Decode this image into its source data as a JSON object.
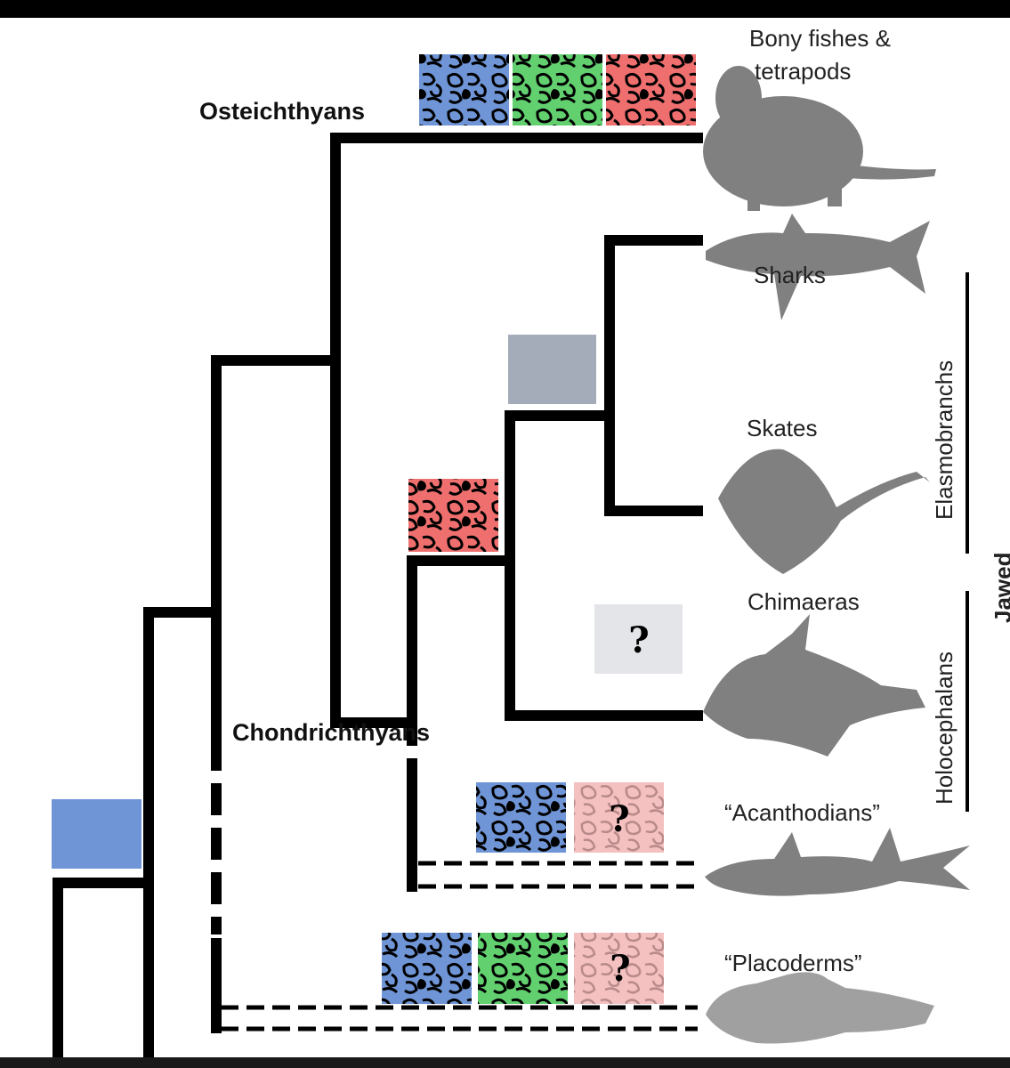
{
  "clades": {
    "osteichthyans": "Osteichthyans",
    "chondrichthyans": "Chondrichthyans"
  },
  "taxa": {
    "bony_fishes_line1": "Bony fishes &",
    "bony_fishes_line2": "tetrapods",
    "sharks": "Sharks",
    "skates": "Skates",
    "chimaeras": "Chimaeras",
    "acanthodians": "“Acanthodians”",
    "placoderms": "“Placoderms”"
  },
  "groups": {
    "elasmobranchs": "Elasmobranchs",
    "holocephalans": "Holocephalans",
    "jawed": "Jawed"
  },
  "unknown_mark": "?",
  "colors": {
    "blue_tile": "#6f95d6",
    "green_tile": "#63d070",
    "red_tile": "#ef6f6f",
    "pink_tile": "#f4c0c0",
    "gray_tile": "#a3acb8",
    "light_gray_tile": "#e3e5e8",
    "silhouette": "#808080",
    "silhouette_light": "#a0a0a0",
    "branch": "#000000"
  }
}
